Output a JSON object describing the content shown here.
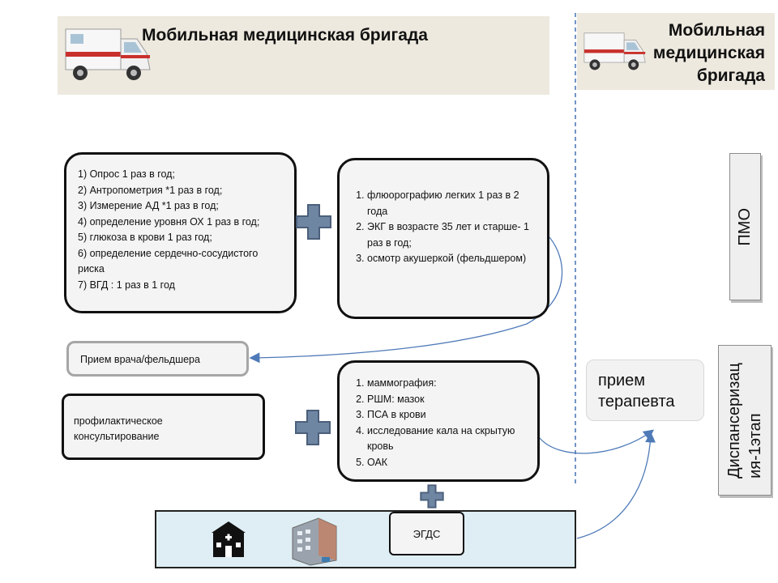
{
  "banner_left": {
    "title": "Мобильная медицинская бригада",
    "icon": "ambulance-icon"
  },
  "banner_right": {
    "title_lines": [
      "Мобильная",
      "медицинская",
      "бригада"
    ],
    "icon": "ambulance-icon"
  },
  "box_checks": {
    "items": [
      "1) Опрос 1 раз в год;",
      "2) Антропометрия *1 раз в год;",
      "3) Измерение АД *1 раз в год;",
      "4) определение уровня ОХ 1 раз в год;",
      "5) глюкоза в крови 1 раз  год;",
      "6) определение сердечно-сосудистого риска",
      "7) ВГД : 1 раз в 1 год"
    ]
  },
  "box_exams": {
    "items": [
      "флюорографию легких 1 раз в 2 года",
      "ЭКГ в возрасте 35 лет и старше- 1 раз в год;",
      "осмотр акушеркой (фельдшером)"
    ]
  },
  "box_reception": {
    "text": "Прием врача/фельдшера"
  },
  "box_consult": {
    "text": "профилактическое консультирование"
  },
  "box_screening": {
    "items": [
      "маммография:",
      "РШМ: мазок",
      "ПСА в крови",
      "исследование кала на скрытую кровь",
      "ОАК"
    ]
  },
  "box_therapist": {
    "text": "прием терапевта"
  },
  "side_pmo": {
    "text": "ПМО"
  },
  "side_disp": {
    "text_lines": [
      "Диспансеризац",
      "ия-1этап"
    ]
  },
  "egds": {
    "text": "ЭГДС"
  },
  "colors": {
    "plus_fill": "#6f86a3",
    "plus_stroke": "#4b5f7a",
    "arrow": "#4f7ab8",
    "dash": "#4f7ab8",
    "panel": "#deeef4"
  }
}
